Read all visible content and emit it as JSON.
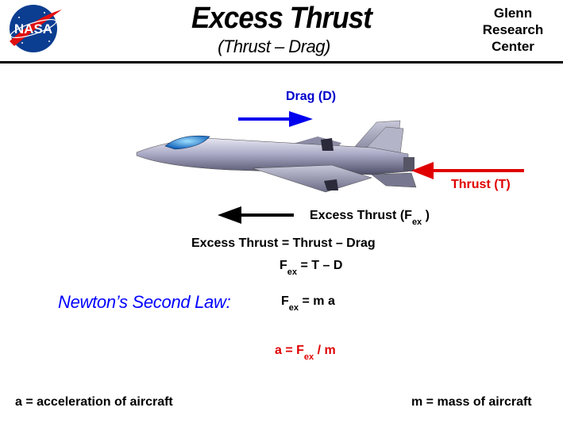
{
  "header": {
    "logo_text": "NASA",
    "title": "Excess  Thrust",
    "subtitle": "(Thrust  –  Drag)",
    "center_line1": "Glenn",
    "center_line2": "Research",
    "center_line3": "Center"
  },
  "forces": {
    "drag_label": "Drag  (D)",
    "thrust_label": "Thrust  (T)",
    "excess_label": "Excess  Thrust   (F",
    "excess_sub": "ex",
    "excess_close": " )"
  },
  "equations": {
    "word_eq": "Excess  Thrust  =  Thrust  –  Drag",
    "fex_F": "F",
    "fex_sub": "ex",
    "fex_rhs": " =    T   –  D",
    "newton_label": "Newton’s  Second  Law:",
    "law_F": "F",
    "law_sub": "ex",
    "law_rhs": " =  m  a",
    "accel_lhs": "a  =  F",
    "accel_sub": "ex",
    "accel_rhs": "  /  m"
  },
  "footnotes": {
    "a_def": "a = acceleration  of  aircraft",
    "m_def": "m  =  mass of  aircraft"
  },
  "colors": {
    "drag": "#0000cc",
    "thrust": "#e00000",
    "excess": "#000000",
    "newton": "#0000ff"
  }
}
